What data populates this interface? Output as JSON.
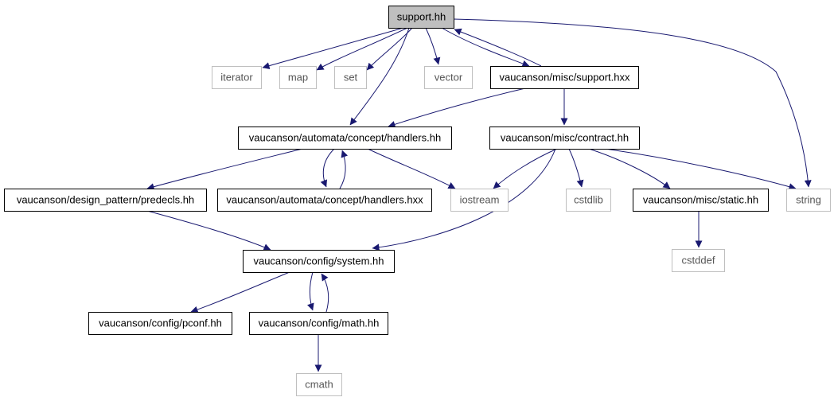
{
  "colors": {
    "edge": "#191970",
    "main_fill": "#bfbfbf",
    "main_stroke": "#000000",
    "header_stroke": "#000000",
    "system_stroke": "#bfbfbf",
    "text_header": "#000000",
    "text_system": "#555555"
  },
  "nodes": [
    {
      "id": "support_hh",
      "label": "support.hh",
      "kind": "main"
    },
    {
      "id": "iterator",
      "label": "iterator",
      "kind": "system"
    },
    {
      "id": "map",
      "label": "map",
      "kind": "system"
    },
    {
      "id": "set",
      "label": "set",
      "kind": "system"
    },
    {
      "id": "vector",
      "label": "vector",
      "kind": "system"
    },
    {
      "id": "support_hxx",
      "label": "vaucanson/misc/support.hxx",
      "kind": "header"
    },
    {
      "id": "handlers_hh",
      "label": "vaucanson/automata/concept/handlers.hh",
      "kind": "header"
    },
    {
      "id": "contract_hh",
      "label": "vaucanson/misc/contract.hh",
      "kind": "header"
    },
    {
      "id": "predecls_hh",
      "label": "vaucanson/design_pattern/predecls.hh",
      "kind": "header"
    },
    {
      "id": "handlers_hxx",
      "label": "vaucanson/automata/concept/handlers.hxx",
      "kind": "header"
    },
    {
      "id": "iostream",
      "label": "iostream",
      "kind": "system"
    },
    {
      "id": "cstdlib",
      "label": "cstdlib",
      "kind": "system"
    },
    {
      "id": "static_hh",
      "label": "vaucanson/misc/static.hh",
      "kind": "header"
    },
    {
      "id": "string",
      "label": "string",
      "kind": "system"
    },
    {
      "id": "cstddef",
      "label": "cstddef",
      "kind": "system"
    },
    {
      "id": "system_hh",
      "label": "vaucanson/config/system.hh",
      "kind": "header"
    },
    {
      "id": "pconf_hh",
      "label": "vaucanson/config/pconf.hh",
      "kind": "header"
    },
    {
      "id": "math_hh",
      "label": "vaucanson/config/math.hh",
      "kind": "header"
    },
    {
      "id": "cmath",
      "label": "cmath",
      "kind": "system"
    }
  ],
  "edges": [
    {
      "from": "support_hh",
      "to": "iterator"
    },
    {
      "from": "support_hh",
      "to": "map"
    },
    {
      "from": "support_hh",
      "to": "set"
    },
    {
      "from": "support_hh",
      "to": "vector"
    },
    {
      "from": "support_hh",
      "to": "support_hxx"
    },
    {
      "from": "support_hh",
      "to": "handlers_hh"
    },
    {
      "from": "support_hh",
      "to": "string"
    },
    {
      "from": "support_hxx",
      "to": "support_hh"
    },
    {
      "from": "support_hxx",
      "to": "handlers_hh"
    },
    {
      "from": "support_hxx",
      "to": "contract_hh"
    },
    {
      "from": "handlers_hh",
      "to": "predecls_hh"
    },
    {
      "from": "handlers_hh",
      "to": "handlers_hxx"
    },
    {
      "from": "handlers_hh",
      "to": "iostream"
    },
    {
      "from": "handlers_hxx",
      "to": "handlers_hh"
    },
    {
      "from": "predecls_hh",
      "to": "system_hh"
    },
    {
      "from": "contract_hh",
      "to": "iostream"
    },
    {
      "from": "contract_hh",
      "to": "cstdlib"
    },
    {
      "from": "contract_hh",
      "to": "static_hh"
    },
    {
      "from": "contract_hh",
      "to": "string"
    },
    {
      "from": "contract_hh",
      "to": "system_hh"
    },
    {
      "from": "static_hh",
      "to": "cstddef"
    },
    {
      "from": "system_hh",
      "to": "pconf_hh"
    },
    {
      "from": "system_hh",
      "to": "math_hh"
    },
    {
      "from": "math_hh",
      "to": "system_hh"
    },
    {
      "from": "math_hh",
      "to": "cmath"
    }
  ]
}
